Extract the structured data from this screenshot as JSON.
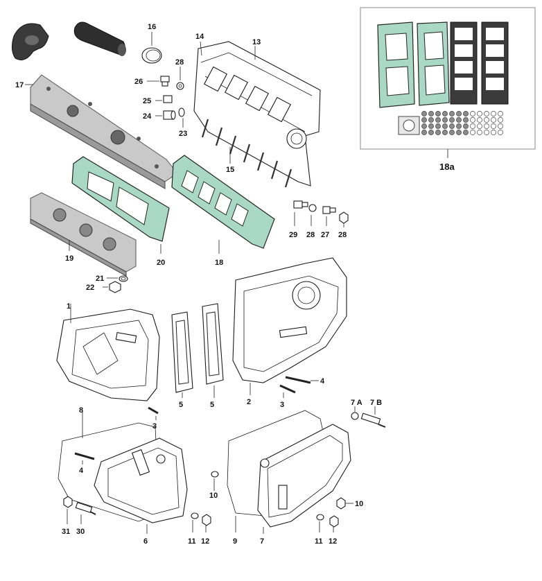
{
  "diagram": {
    "labels": {
      "p1": "1",
      "p2": "2",
      "p3a": "3",
      "p3b": "3",
      "p4a": "4",
      "p4b": "4",
      "p5a": "5",
      "p5b": "5",
      "p6": "6",
      "p7": "7",
      "p7a": "7 A",
      "p7b": "7 B",
      "p8": "8",
      "p9": "9",
      "p10a": "10",
      "p10b": "10",
      "p11a": "11",
      "p11b": "11",
      "p12a": "12",
      "p12b": "12",
      "p13": "13",
      "p14": "14",
      "p15": "15",
      "p16": "16",
      "p17": "17",
      "p18": "18",
      "p18a": "18a",
      "p19": "19",
      "p20": "20",
      "p21": "21",
      "p22": "22",
      "p23": "23",
      "p24": "24",
      "p25": "25",
      "p26": "26",
      "p27": "27",
      "p28a": "28",
      "p28b": "28",
      "p28c": "28",
      "p29": "29",
      "p30": "30",
      "p31": "31"
    },
    "colors": {
      "gasket_green": "#a9d9c6",
      "gasket_dark": "#3b3b3b",
      "metal": "#c9c9c9"
    }
  }
}
